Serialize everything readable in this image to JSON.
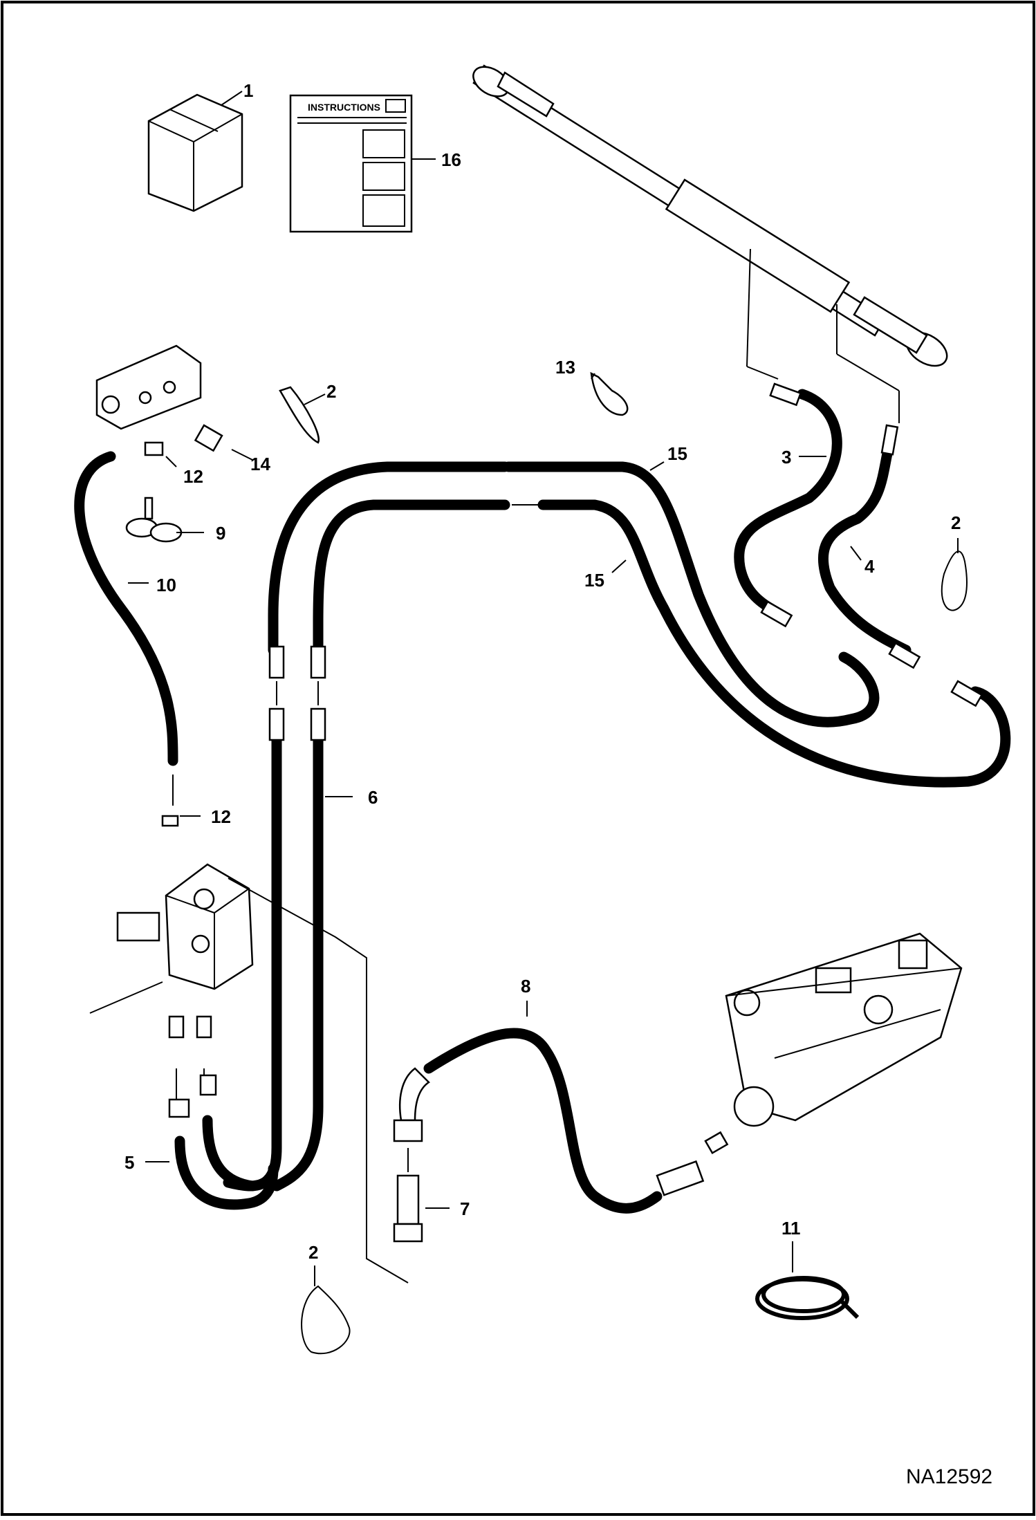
{
  "drawing_id": "NA12592",
  "instructions_sheet": {
    "title": "INSTRUCTIONS"
  },
  "callouts": [
    {
      "id": "c1",
      "label": "1"
    },
    {
      "id": "c16",
      "label": "16"
    },
    {
      "id": "c2a",
      "label": "2"
    },
    {
      "id": "c13",
      "label": "13"
    },
    {
      "id": "c14",
      "label": "14"
    },
    {
      "id": "c12a",
      "label": "12"
    },
    {
      "id": "c9",
      "label": "9"
    },
    {
      "id": "c10",
      "label": "10"
    },
    {
      "id": "c15a",
      "label": "15"
    },
    {
      "id": "c15b",
      "label": "15"
    },
    {
      "id": "c3",
      "label": "3"
    },
    {
      "id": "c4",
      "label": "4"
    },
    {
      "id": "c2b",
      "label": "2"
    },
    {
      "id": "c6",
      "label": "6"
    },
    {
      "id": "c12b",
      "label": "12"
    },
    {
      "id": "c8",
      "label": "8"
    },
    {
      "id": "c5",
      "label": "5"
    },
    {
      "id": "c7",
      "label": "7"
    },
    {
      "id": "c11",
      "label": "11"
    },
    {
      "id": "c2c",
      "label": "2"
    }
  ]
}
